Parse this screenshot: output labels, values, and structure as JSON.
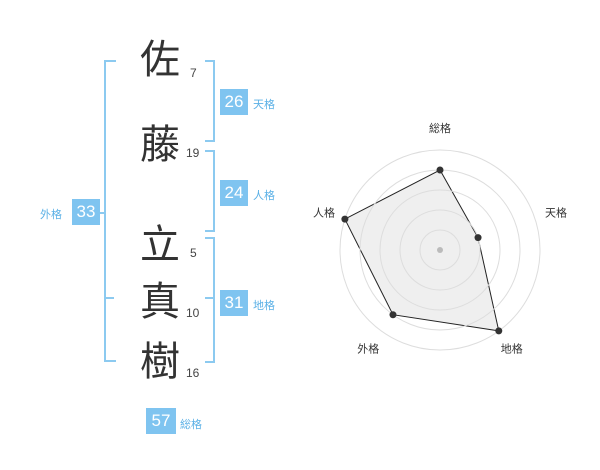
{
  "characters": [
    {
      "kanji": "佐",
      "strokes": "7"
    },
    {
      "kanji": "藤",
      "strokes": "19"
    },
    {
      "kanji": "立",
      "strokes": "5"
    },
    {
      "kanji": "真",
      "strokes": "10"
    },
    {
      "kanji": "樹",
      "strokes": "16"
    }
  ],
  "fortunes": {
    "tenkaku": {
      "value": "26",
      "label": "天格"
    },
    "jinkaku": {
      "value": "24",
      "label": "人格"
    },
    "chikaku": {
      "value": "31",
      "label": "地格"
    },
    "gaikaku": {
      "value": "33",
      "label": "外格"
    },
    "soukaku": {
      "value": "57",
      "label": "総格"
    }
  },
  "chart_data": {
    "type": "radar",
    "axes": [
      "総格",
      "天格",
      "地格",
      "外格",
      "人格"
    ],
    "values": [
      4,
      2,
      5,
      4,
      5
    ],
    "max": 5,
    "rings": 5,
    "colors": {
      "fill": "#efefef",
      "line": "#222222",
      "ring": "#dddddd",
      "point": "#333333",
      "center": "#bbbbbb"
    }
  }
}
